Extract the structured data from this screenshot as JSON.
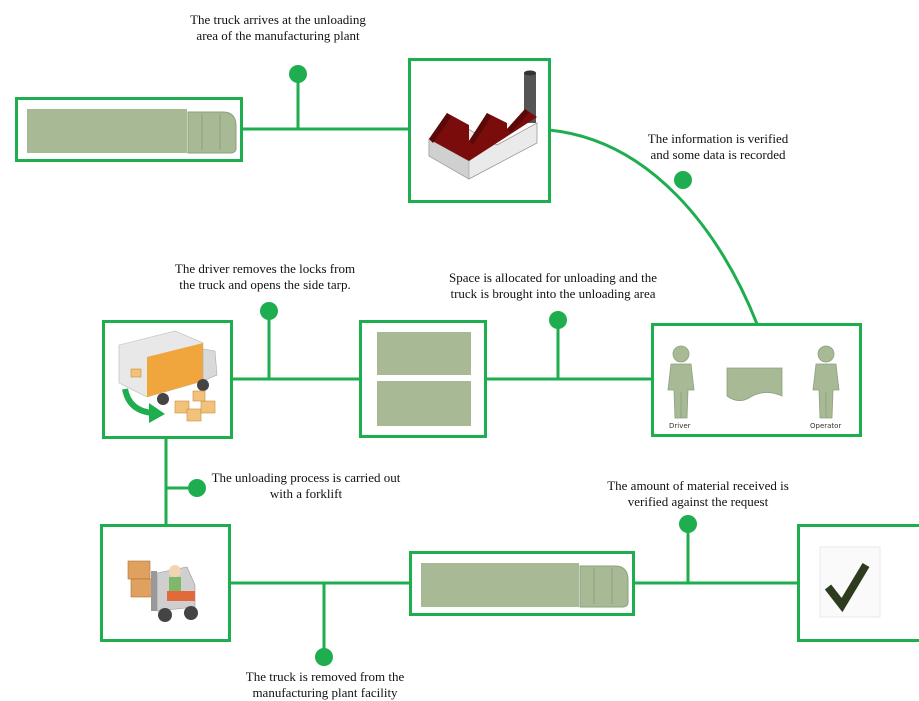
{
  "diagram": {
    "steps": [
      {
        "id": "arrival",
        "caption": "The truck arrives at the unloading\narea of the manufacturing plant"
      },
      {
        "id": "verify",
        "caption": "The information is verified\nand some data is recorded"
      },
      {
        "id": "allocate",
        "caption": "Space is allocated for unloading and the\ntruck is brought into the unloading area"
      },
      {
        "id": "locks",
        "caption": "The driver removes the locks from\nthe truck and opens the side tarp."
      },
      {
        "id": "forklift",
        "caption": "The unloading process is carried out\nwith a forklift"
      },
      {
        "id": "check",
        "caption": "The amount of material received is\nverified against the request"
      },
      {
        "id": "removed",
        "caption": "The truck is removed from the\nmanufacturing plant facility"
      }
    ],
    "people": {
      "driver": "Driver",
      "operator": "Operator"
    },
    "colors": {
      "line": "#1fae4f",
      "dot": "#1fae4f",
      "panel": "#a7b995",
      "roof": "#7a0c0c",
      "check": "#2e3b1f"
    }
  }
}
